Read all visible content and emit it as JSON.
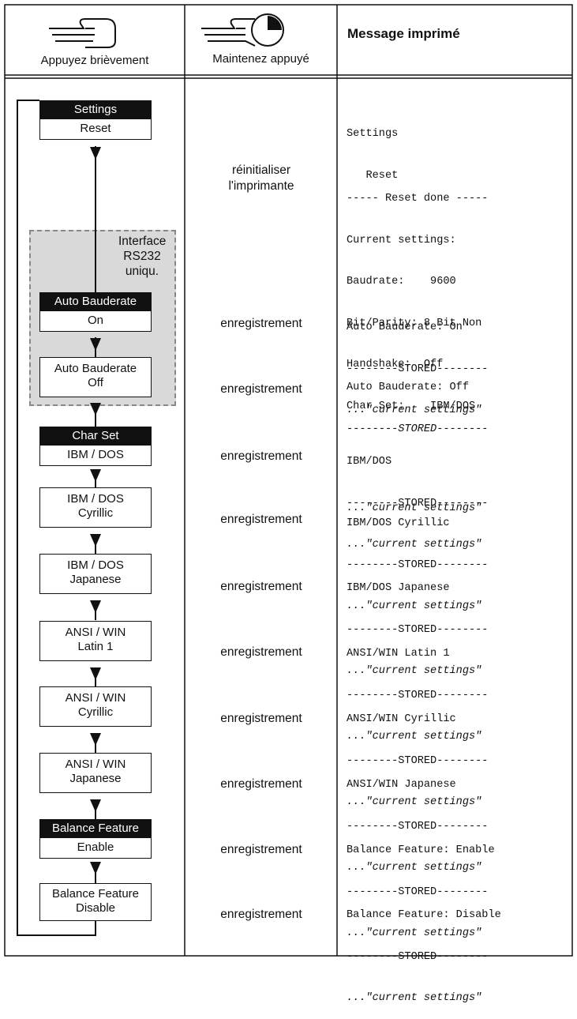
{
  "header": {
    "col1_label": "Appuyez brièvement",
    "col2_label": "Maintenez appuyé",
    "col3_title": "Message imprimé",
    "col1_icon": "short-press-hand-icon",
    "col2_icon": "long-press-hand-timer-icon"
  },
  "group": {
    "label_lines": [
      "Interface",
      "RS232",
      "uniqu."
    ]
  },
  "flow": [
    {
      "top": "Settings",
      "bottom": "Reset",
      "style": "dark"
    },
    {
      "top": "Auto Bauderate",
      "bottom": "On",
      "style": "dark"
    },
    {
      "top": "Auto Bauderate",
      "bottom": "Off",
      "style": "plain"
    },
    {
      "top": "Char Set",
      "bottom": "IBM / DOS",
      "style": "dark"
    },
    {
      "top": "IBM / DOS",
      "bottom": "Cyrillic",
      "style": "plain"
    },
    {
      "top": "IBM / DOS",
      "bottom": "Japanese",
      "style": "plain"
    },
    {
      "top": "ANSI / WIN",
      "bottom": "Latin 1",
      "style": "plain"
    },
    {
      "top": "ANSI / WIN",
      "bottom": "Cyrillic",
      "style": "plain"
    },
    {
      "top": "ANSI / WIN",
      "bottom": "Japanese",
      "style": "plain"
    },
    {
      "top": "Balance Feature",
      "bottom": "Enable",
      "style": "dark"
    },
    {
      "top": "Balance Feature",
      "bottom": "Disable",
      "style": "plain"
    }
  ],
  "actions": {
    "reset": [
      "réinitialiser",
      "l'imprimante"
    ],
    "store": "enregistrement"
  },
  "printouts": {
    "settings": [
      "Settings",
      "   Reset"
    ],
    "reset": [
      "----- Reset done -----",
      "Current settings:",
      "Baudrate:    9600",
      "Bit/Parity: 8 Bit Non",
      "Handshake:  Off",
      "Char Set:    IBM/DOS"
    ],
    "stored": "--------STORED--------",
    "current": "...\"current settings\"",
    "headings": [
      "Auto Bauderate: On",
      "Auto Bauderate: Off",
      "IBM/DOS",
      "IBM/DOS Cyrillic",
      "IBM/DOS Japanese",
      "ANSI/WIN Latin 1",
      "ANSI/WIN Cyrillic",
      "ANSI/WIN Japanese",
      "Balance Feature: Enable",
      "Balance Feature: Disable"
    ]
  }
}
